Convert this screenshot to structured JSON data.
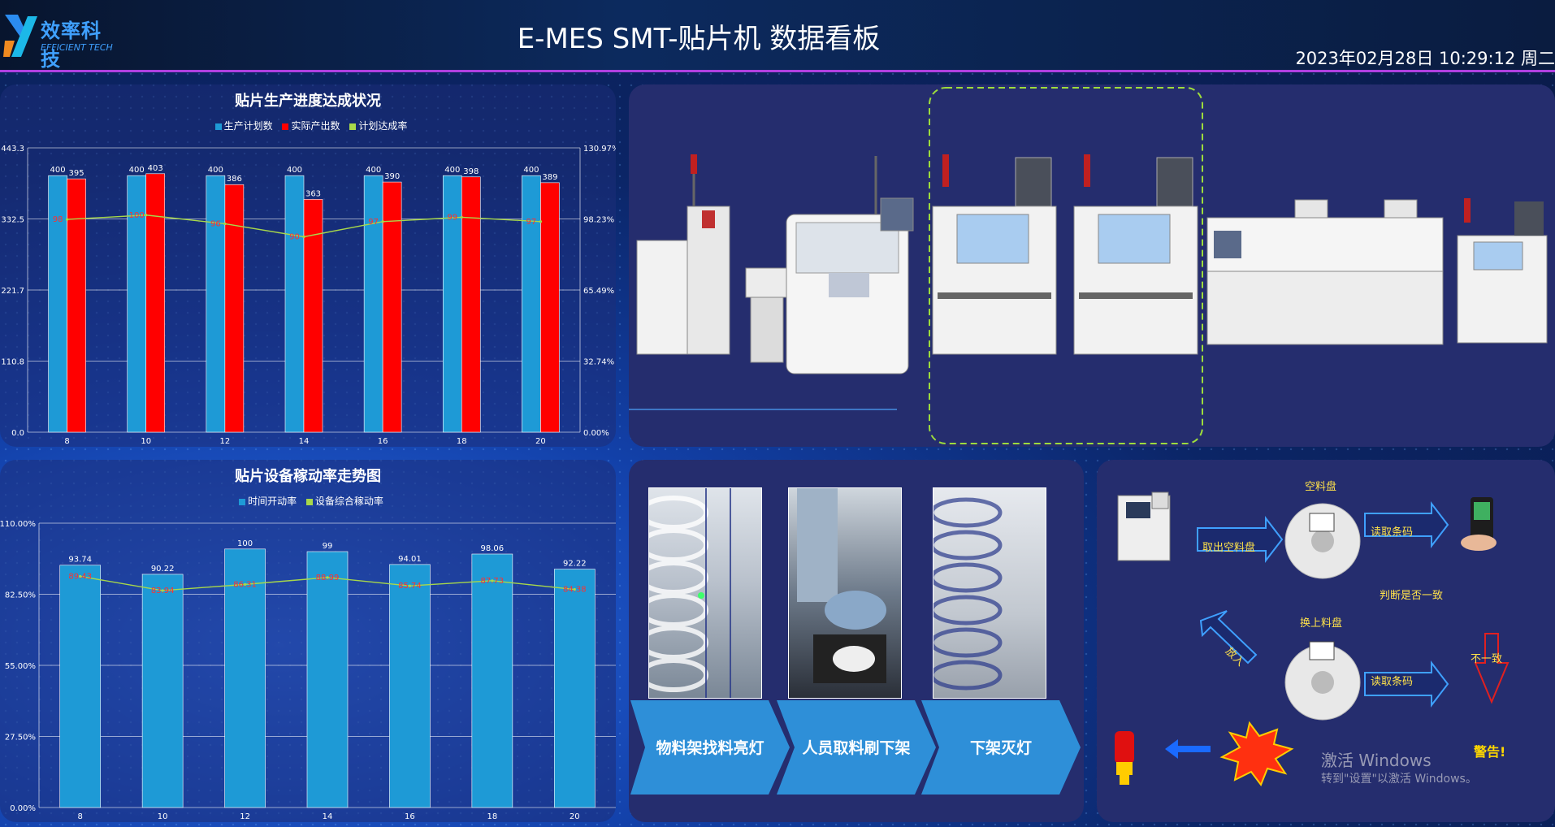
{
  "header": {
    "logo_cn": "效率科技",
    "logo_en": "EFFICIENT TECH",
    "title": "E-MES SMT-贴片机 数据看板",
    "datetime": "2023年02月28日 10:29:12 周二"
  },
  "colors": {
    "bar_blue": "#1e9ad6",
    "bar_red": "#ff0000",
    "line_green": "#a8d84a",
    "accent_purple": "#b040e0"
  },
  "chart_data": [
    {
      "type": "bar",
      "title": "贴片生产进度达成状况",
      "categories": [
        "8",
        "10",
        "12",
        "14",
        "16",
        "18",
        "20"
      ],
      "series": [
        {
          "name": "生产计划数",
          "values": [
            400,
            400,
            400,
            400,
            400,
            400,
            400
          ]
        },
        {
          "name": "实际产出数",
          "values": [
            395,
            403,
            386,
            363,
            390,
            398,
            389
          ]
        },
        {
          "name": "计划达成率",
          "type": "line",
          "axis": "right",
          "values": [
            98,
            100,
            96,
            90,
            97,
            99,
            97
          ]
        }
      ],
      "y_ticks": [
        "0.0",
        "110.8",
        "221.7",
        "332.5",
        "443.3"
      ],
      "y2_ticks": [
        "0.00%",
        "32.74%",
        "65.49%",
        "98.23%",
        "130.97%"
      ],
      "ylim": [
        0,
        443.3
      ],
      "y2lim": [
        0,
        130.97
      ],
      "grid": true,
      "legend": "top-center"
    },
    {
      "type": "bar",
      "title": "贴片设备稼动率走势图",
      "categories": [
        "8",
        "10",
        "12",
        "14",
        "16",
        "18",
        "20"
      ],
      "series": [
        {
          "name": "时间开动率",
          "values": [
            93.74,
            90.22,
            100,
            99,
            94.01,
            98.06,
            92.22
          ]
        },
        {
          "name": "设备综合稼动率",
          "type": "line",
          "values": [
            89.43,
            83.94,
            86.31,
            88.99,
            85.74,
            87.73,
            84.38
          ]
        }
      ],
      "y_ticks": [
        "0.00%",
        "27.50%",
        "55.00%",
        "82.50%",
        "110.00%"
      ],
      "ylim": [
        0,
        110
      ],
      "grid": true,
      "legend": "top-center"
    }
  ],
  "steps": [
    {
      "label": "物料架找料亮灯"
    },
    {
      "label": "人员取料刷下架"
    },
    {
      "label": "下架灭灯"
    }
  ],
  "flow": {
    "empty_reel": "空料盘",
    "take_out": "取出空料盘",
    "read_code_1": "读取条码",
    "judge": "判断是否一致",
    "load_reel": "换上料盘",
    "insert": "放入",
    "read_code_2": "读取条码",
    "mismatch": "不一致",
    "warning": "警告!"
  },
  "watermark": {
    "line1": "激活 Windows",
    "line2": "转到\"设置\"以激活 Windows。"
  }
}
